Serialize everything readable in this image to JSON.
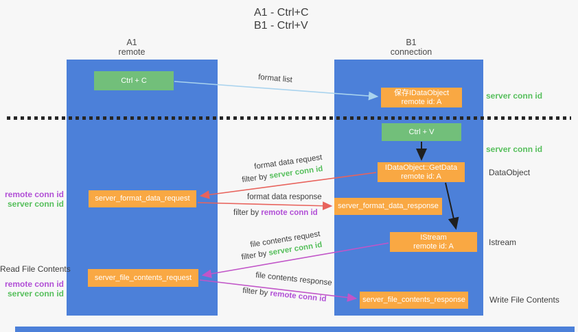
{
  "title": {
    "line1": "A1 - Ctrl+C",
    "line2": "B1 - Ctrl+V"
  },
  "lanes": {
    "left": {
      "id": "A1",
      "role": "remote"
    },
    "right": {
      "id": "B1",
      "role": "connection"
    }
  },
  "nodes": {
    "ctrl_c": {
      "label": "Ctrl + C"
    },
    "save_dataobject": {
      "line1": "保存IDataObject",
      "line2": "remote id: A"
    },
    "ctrl_v": {
      "label": "Ctrl + V"
    },
    "getdata": {
      "line1": "IDataObject::GetData",
      "line2": "remote id: A"
    },
    "istream": {
      "line1": "IStream",
      "line2": "remote id: A"
    },
    "format_request": {
      "label": "server_format_data_request"
    },
    "format_response": {
      "label": "server_format_data_response"
    },
    "file_request": {
      "label": "server_file_contents_request"
    },
    "file_response": {
      "label": "server_file_contents_response"
    }
  },
  "annotations": {
    "server_conn_id_top": "server conn id",
    "server_conn_id_mid": "server conn id",
    "dataobject": "DataObject",
    "istream": "Istream",
    "write_file_contents": "Write File Contents",
    "read_file_contents": "Read File Contents",
    "remote_conn_id": "remote conn id",
    "server_conn_id": "server conn id"
  },
  "arrows": {
    "format_list": {
      "label": "format list"
    },
    "format_data_request": {
      "label": "format data request",
      "filter_prefix": "filter by",
      "filter_key": "server conn id"
    },
    "format_data_response": {
      "label": "format data response",
      "filter_prefix": "filter by",
      "filter_key": "remote conn id"
    },
    "file_contents_request": {
      "label": "file contents request",
      "filter_prefix": "filter by",
      "filter_key": "server conn id"
    },
    "file_contents_response": {
      "label": "file contents response",
      "filter_prefix": "filter by",
      "filter_key": "remote conn id"
    }
  },
  "colors": {
    "lane_blue": "#4c80d9",
    "box_green": "#72bf7a",
    "box_orange": "#f9a843",
    "text_green": "#56bf5c",
    "text_purple": "#b14fd6",
    "arrow_red": "#e8635c",
    "arrow_magenta": "#c155c8",
    "arrow_light_blue": "#a9d3ee",
    "arrow_black": "#1f1f1f",
    "divider_black": "#262626"
  }
}
